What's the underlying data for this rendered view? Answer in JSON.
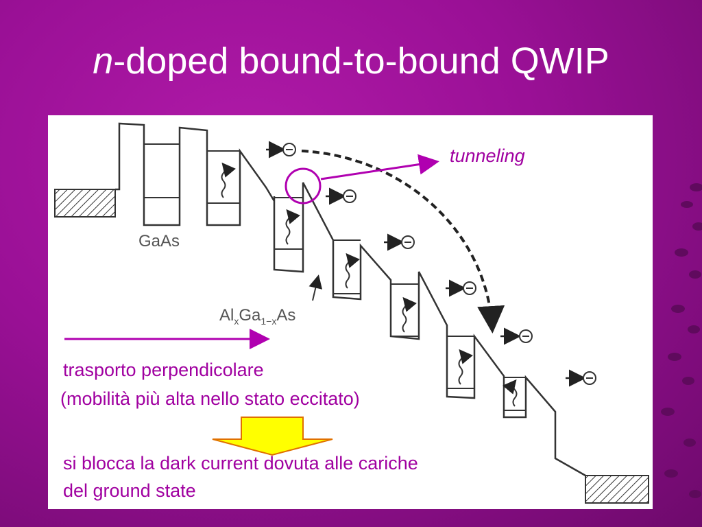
{
  "slide": {
    "title_italic": "n",
    "title_rest": "-doped bound-to-bound QWIP"
  },
  "diagram": {
    "label_gaas": "GaAs",
    "label_algaas_al": "Al",
    "label_algaas_x": "x",
    "label_algaas_ga": "Ga",
    "label_algaas_1x": "1−x",
    "label_algaas_as": "As",
    "label_tunneling": "tunneling",
    "text_transport": "trasporto perpendicolare",
    "text_mobility": "(mobilità più alta nello stato eccitato)",
    "text_block_1": "si blocca la dark current dovuta alle cariche",
    "text_block_2": "del ground state"
  },
  "colors": {
    "background": "#9a1096",
    "accent": "#b000b0",
    "arrow_fill": "#ffff00",
    "arrow_stroke": "#e07000"
  }
}
